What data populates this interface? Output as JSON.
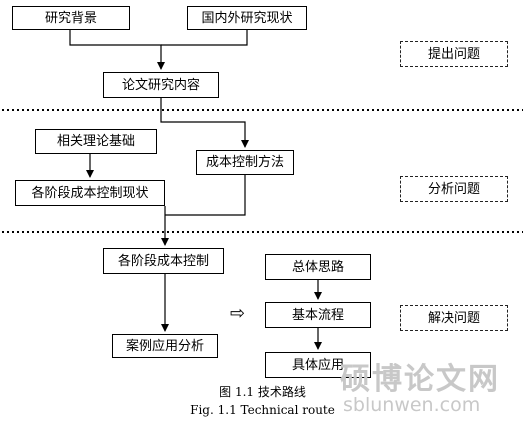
{
  "nodes": {
    "background": "研究背景",
    "domestic_foreign": "国内外研究现状",
    "thesis_content": "论文研究内容",
    "related_theory": "相关理论基础",
    "stage_status": "各阶段成本控制现状",
    "cost_method": "成本控制方法",
    "stage_control": "各阶段成本控制",
    "case_analysis": "案例应用分析",
    "overall_idea": "总体思路",
    "basic_flow": "基本流程",
    "specific_app": "具体应用"
  },
  "stages": {
    "raise": "提出问题",
    "analyze": "分析问题",
    "solve": "解决问题"
  },
  "implies_symbol": "⇨",
  "caption": {
    "cn": "图 1.1  技术路线",
    "en": "Fig. 1.1 Technical route"
  },
  "watermark": {
    "main": "硕博论文网",
    "url": "sblunwen.com"
  }
}
